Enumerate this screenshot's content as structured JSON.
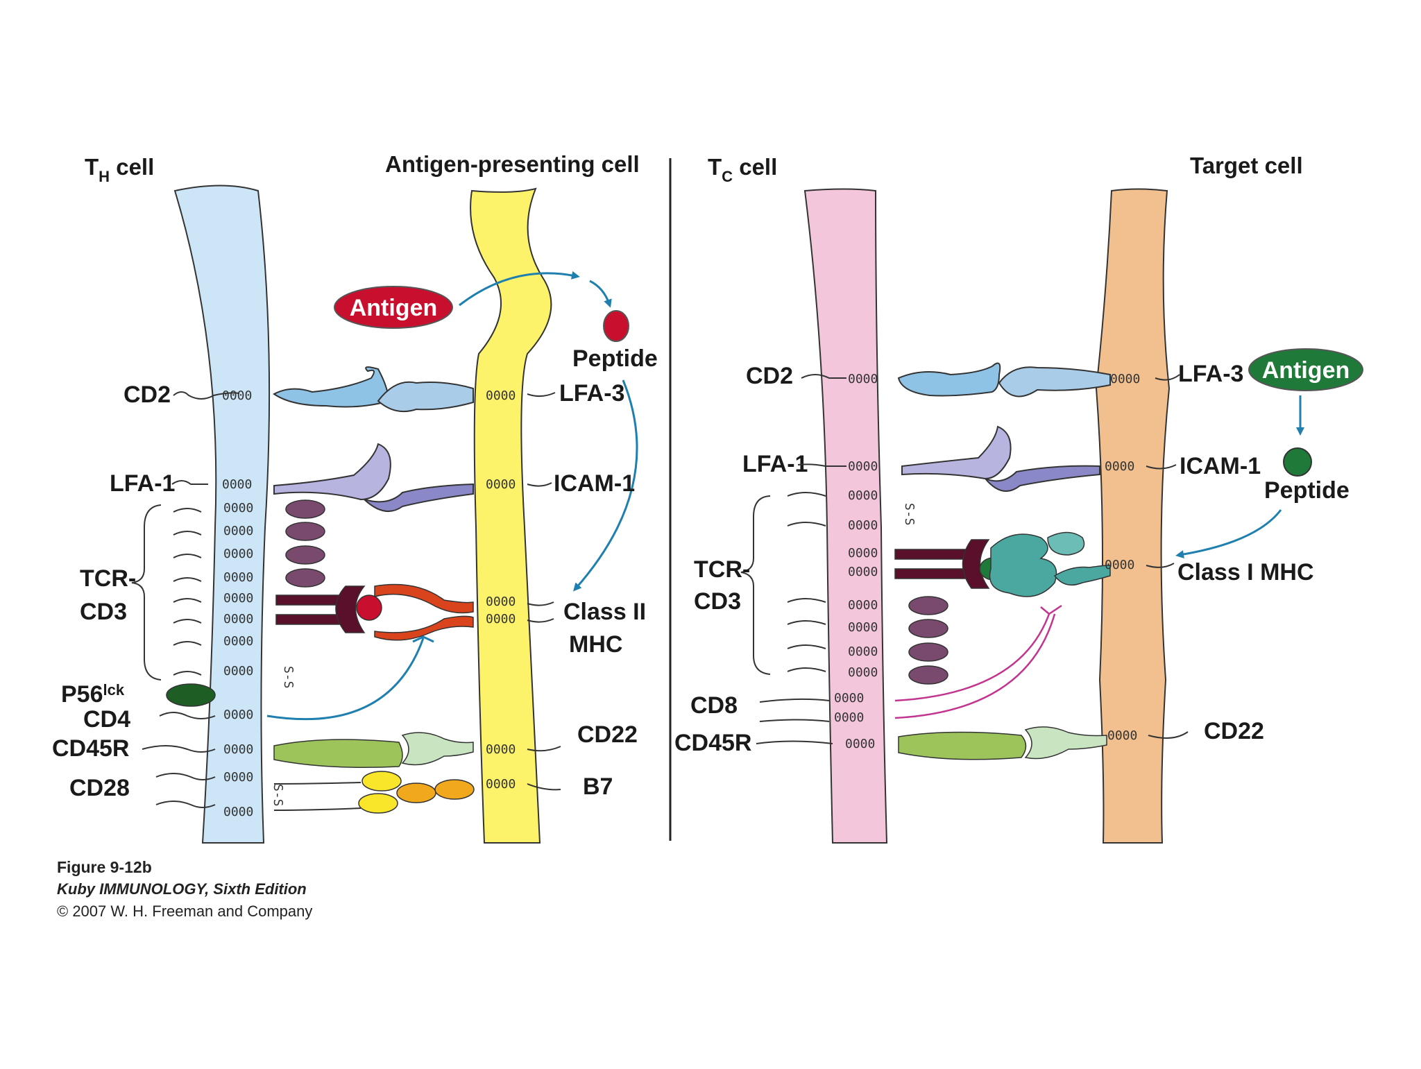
{
  "headers": {
    "th_cell_main": "T",
    "th_cell_sub": "H",
    "th_cell_suffix": " cell",
    "apc": "Antigen-presenting cell",
    "tc_cell_main": "T",
    "tc_cell_sub": "C",
    "tc_cell_suffix": " cell",
    "target": "Target cell"
  },
  "left_panel": {
    "antigen": "Antigen",
    "peptide": "Peptide",
    "th_molecules": [
      "CD2",
      "LFA-1",
      "TCR-",
      "CD3",
      "P56",
      "lck",
      "CD4",
      "CD45R",
      "CD28"
    ],
    "apc_molecules": [
      "LFA-3",
      "ICAM-1",
      "Class II",
      "MHC",
      "CD22",
      "B7"
    ]
  },
  "right_panel": {
    "antigen": "Antigen",
    "peptide": "Peptide",
    "tc_molecules": [
      "CD2",
      "LFA-1",
      "TCR-",
      "CD3",
      "CD8",
      "CD45R"
    ],
    "target_molecules": [
      "LFA-3",
      "ICAM-1",
      "Class I MHC",
      "CD22"
    ]
  },
  "coil_glyph": "0000",
  "disulfide": "S-S",
  "colors": {
    "th_membrane": "#cce6f8",
    "apc_membrane": "#fdf36b",
    "tc_membrane": "#f4c6dc",
    "target_membrane": "#f2c08e",
    "antigen_left": "#c8102e",
    "antigen_right": "#1f7a3a",
    "arrow": "#1f7fae",
    "cd3_chain": "#7a4a6e",
    "p56lck": "#1e5e24",
    "cd45r": "#9cc45a",
    "cd22": "#c9e4c0",
    "icam": "#8b88c8",
    "cd2_lfa3": "#8ec3e6",
    "tcr": "#5a0f2a",
    "mhc2": "#d9441c",
    "mhc1": "#4aa8a0",
    "b7": "#f2a81d",
    "cd28": "#f9e62a",
    "cd8": "#c2358f"
  },
  "caption": {
    "line1": "Figure 9-12b",
    "line2": "Kuby IMMUNOLOGY, Sixth Edition",
    "line3": "© 2007 W. H. Freeman and Company"
  }
}
